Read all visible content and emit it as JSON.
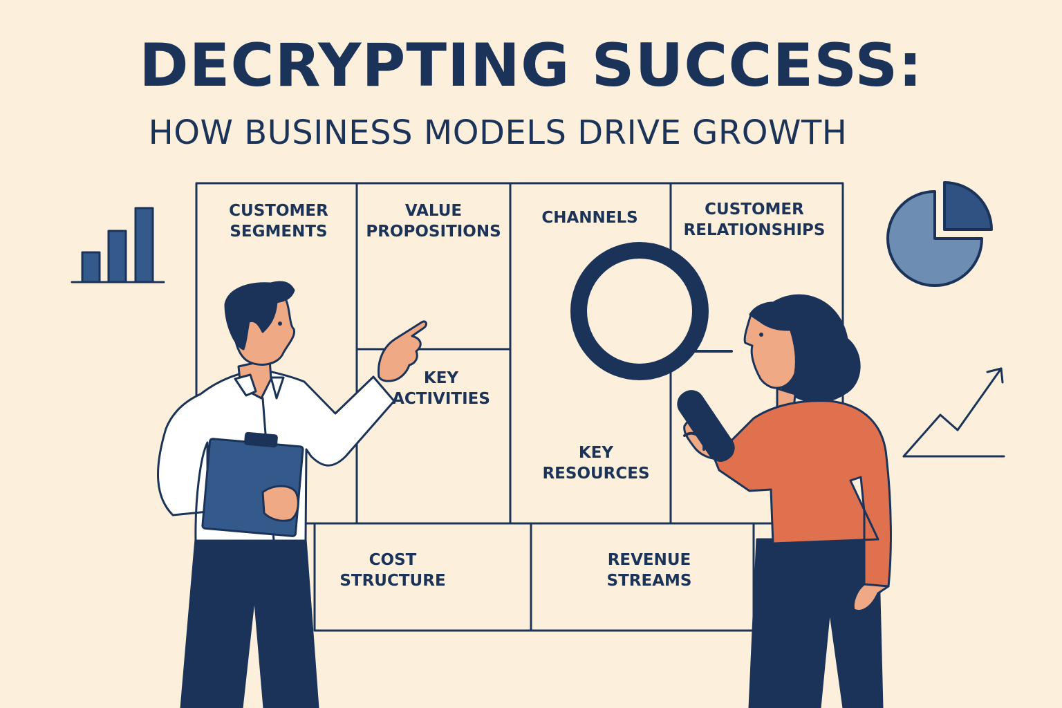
{
  "header": {
    "title": "DECRYPTING SUCCESS:",
    "subtitle": "HOW BUSINESS MODELS DRIVE GROWTH"
  },
  "canvas": {
    "customer_segments": [
      "CUSTOMER",
      "SEGMENTS"
    ],
    "value_propositions": [
      "VALUE",
      "PROPOSITIONS"
    ],
    "channels": [
      "CHANNELS"
    ],
    "customer_relationships": [
      "CUSTOMER",
      "RELATIONSHIPS"
    ],
    "key_activities": [
      "KEY",
      "ACTIVITIES"
    ],
    "key_resources": [
      "KEY",
      "RESOURCES"
    ],
    "cost_structure": [
      "COST",
      "STRUCTURE"
    ],
    "revenue_streams": [
      "REVENUE",
      "STREAMS"
    ]
  },
  "icons": {
    "bar_chart": "bar-chart-icon",
    "pie_chart": "pie-chart-icon",
    "trend_arrow": "trend-arrow-icon",
    "magnifier": "magnifying-glass-icon",
    "clipboard": "clipboard-icon"
  },
  "colors": {
    "background": "#FCF0DD",
    "navy": "#1B3358",
    "steel_blue": "#6E8DB3",
    "blouse": "#E0714F",
    "skin": "#F0A985",
    "shirt": "#FFFFFF"
  }
}
